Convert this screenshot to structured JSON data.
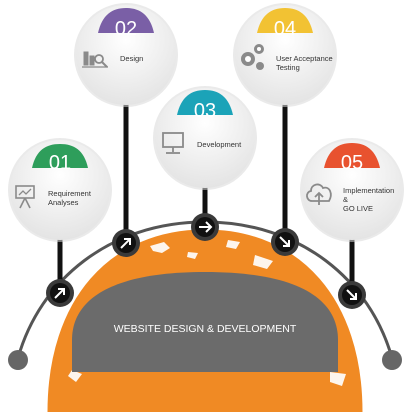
{
  "banner": {
    "title": "WEBSITE DESIGN & DEVELOPMENT"
  },
  "steps": [
    {
      "number": "01",
      "label_lines": [
        "Requirement",
        "Analyses"
      ],
      "color": "#2e9e5b",
      "icon": "presentation-board-icon"
    },
    {
      "number": "02",
      "label_lines": [
        "Design"
      ],
      "color": "#7a5fa6",
      "icon": "design-tools-icon"
    },
    {
      "number": "03",
      "label_lines": [
        "Development"
      ],
      "color": "#1ba3b8",
      "icon": "monitor-icon"
    },
    {
      "number": "04",
      "label_lines": [
        "User Acceptance",
        "Testing"
      ],
      "color": "#f2c233",
      "icon": "gears-icon"
    },
    {
      "number": "05",
      "label_lines": [
        "Implementation",
        "&",
        "GO LIVE"
      ],
      "color": "#e8522f",
      "icon": "cloud-upload-icon"
    }
  ],
  "colors": {
    "globe": "#f08a24",
    "arc": "#555555",
    "banner": "#6b6b6b",
    "stem": "#111111"
  }
}
